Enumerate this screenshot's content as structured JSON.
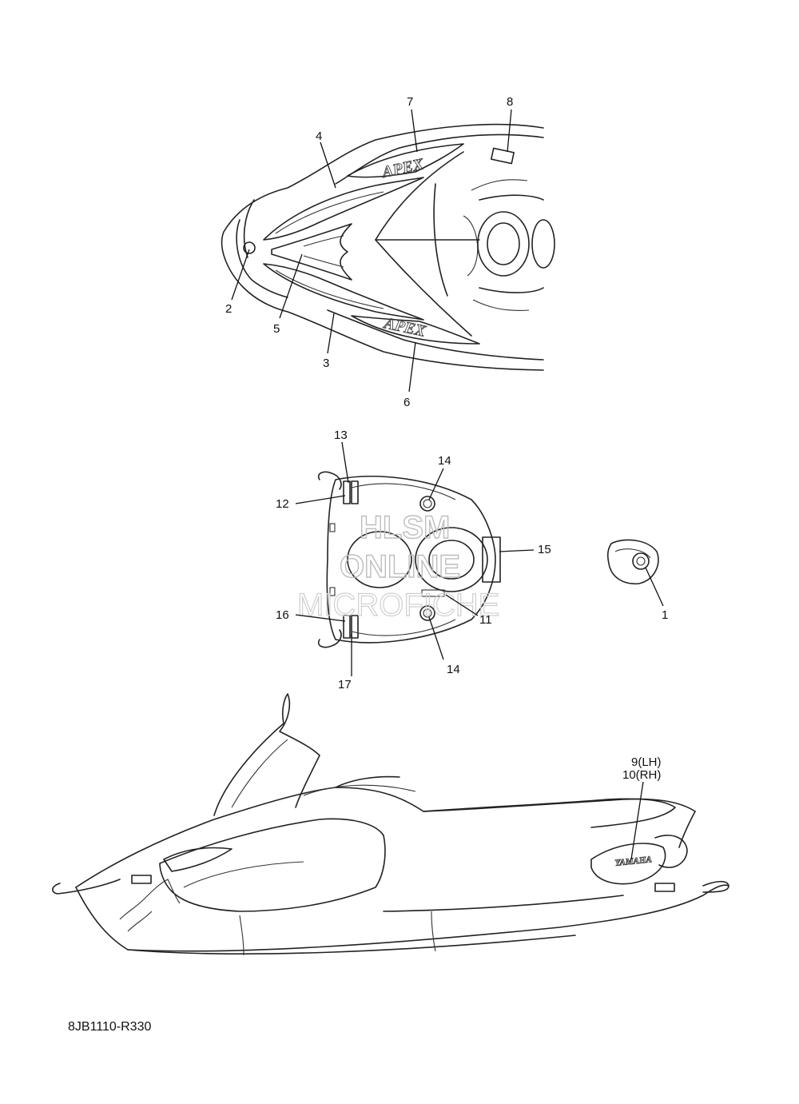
{
  "callouts": {
    "c1": "1",
    "c2": "2",
    "c3": "3",
    "c4": "4",
    "c5": "5",
    "c6": "6",
    "c7": "7",
    "c8": "8",
    "c9": "9(LH)",
    "c10": "10(RH)",
    "c11": "11",
    "c12": "12",
    "c13": "13",
    "c14a": "14",
    "c14b": "14",
    "c15": "15",
    "c16": "16",
    "c17": "17"
  },
  "drawing_code": "8JB1110-R330",
  "watermark": {
    "line1": "HLSM",
    "line2": "ONLINE",
    "line3": "MICROFICHE"
  },
  "decal_text": {
    "hood_upper": "APEX",
    "hood_lower": "APEX",
    "side_logo": "YAMAHA"
  }
}
